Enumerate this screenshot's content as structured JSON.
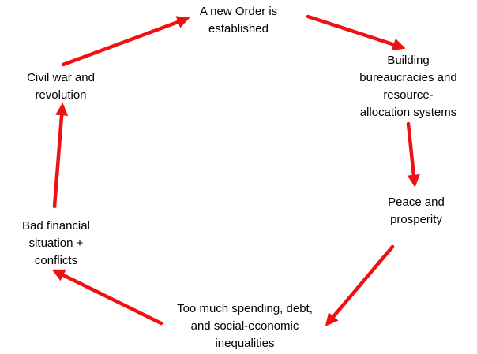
{
  "colors": {
    "arrow": "#ee1111",
    "text": "#000000",
    "background": "#ffffff"
  },
  "nodes": [
    {
      "id": "n1",
      "lines": [
        "A new Order is",
        "established"
      ]
    },
    {
      "id": "n2",
      "lines": [
        "Building",
        "bureaucracies and",
        "resource-",
        "allocation systems"
      ]
    },
    {
      "id": "n3",
      "lines": [
        "Peace and",
        "prosperity"
      ]
    },
    {
      "id": "n4",
      "lines": [
        "Too much spending, debt,",
        "and social-economic",
        "inequalities"
      ]
    },
    {
      "id": "n5",
      "lines": [
        "Bad financial",
        "situation +",
        "conflicts"
      ]
    },
    {
      "id": "n6",
      "lines": [
        "Civil war and",
        "revolution"
      ]
    }
  ],
  "edges": [
    {
      "from": "n1",
      "to": "n2"
    },
    {
      "from": "n2",
      "to": "n3"
    },
    {
      "from": "n3",
      "to": "n4"
    },
    {
      "from": "n4",
      "to": "n5"
    },
    {
      "from": "n5",
      "to": "n6"
    },
    {
      "from": "n6",
      "to": "n1"
    }
  ]
}
